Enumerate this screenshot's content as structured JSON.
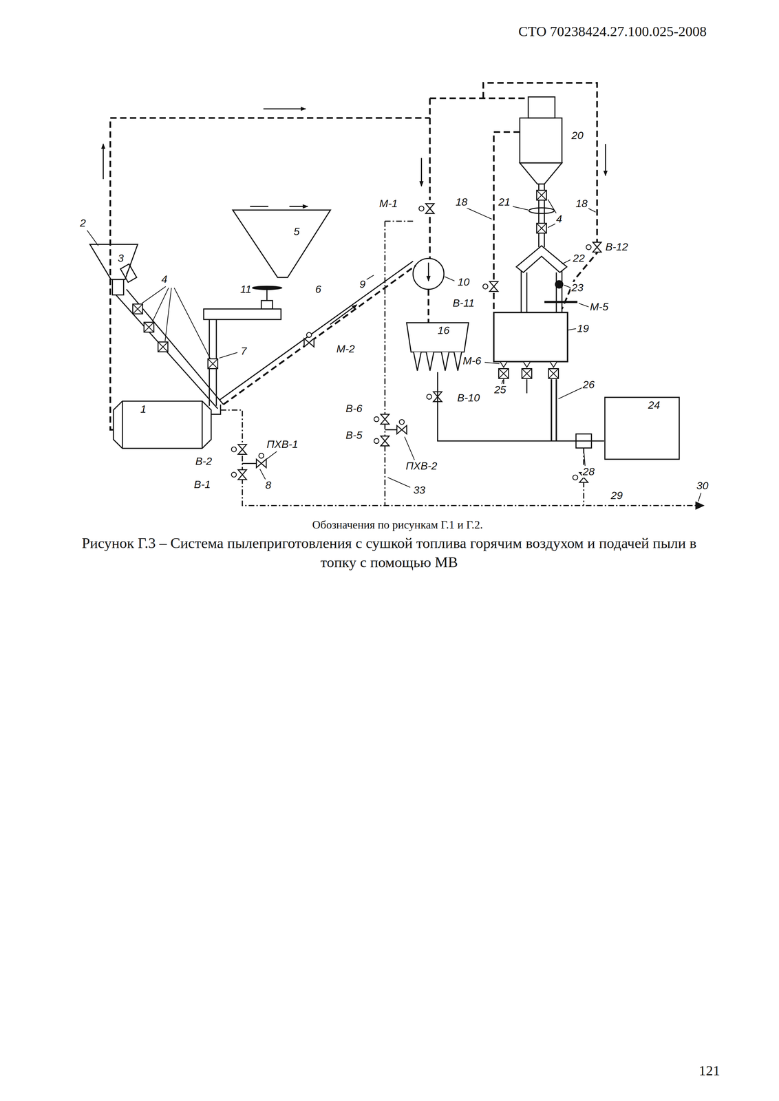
{
  "diagram": {
    "caption": "Рисунок Г.3 – Система пылеприготовления с сушкой топлива горячим воздухом и подачей пыли в топку с помощью МВ",
    "nodes": [
      {
        "text": [
          "5"
        ]
      },
      {
        "text": [
          "16"
        ]
      },
      {
        "text": [
          "1"
        ]
      },
      {
        "text": [
          "24"
        ]
      }
    ],
    "edges": [
      {
        "from": 1,
        "to": 3,
        "arrow": "none"
      }
    ],
    "labels": [
      "СТО 70238424.27.100.025-2008",
      "20",
      "М-1",
      "18",
      "21",
      "18",
      "4",
      "2",
      "В-12",
      "3",
      "22",
      "4",
      "10",
      "9",
      "В-11",
      "23",
      "11",
      "6",
      "М-5",
      "19",
      "7",
      "М-2",
      "М-6",
      "26",
      "25",
      "В-10",
      "В-6",
      "ПХВ-1",
      "В-2",
      "В-5",
      "ПХВ-2",
      "28",
      "8",
      "В-1",
      "30",
      "33",
      "29",
      "Обозначения по рисункам Г.1 и Г.2.",
      "121"
    ]
  }
}
